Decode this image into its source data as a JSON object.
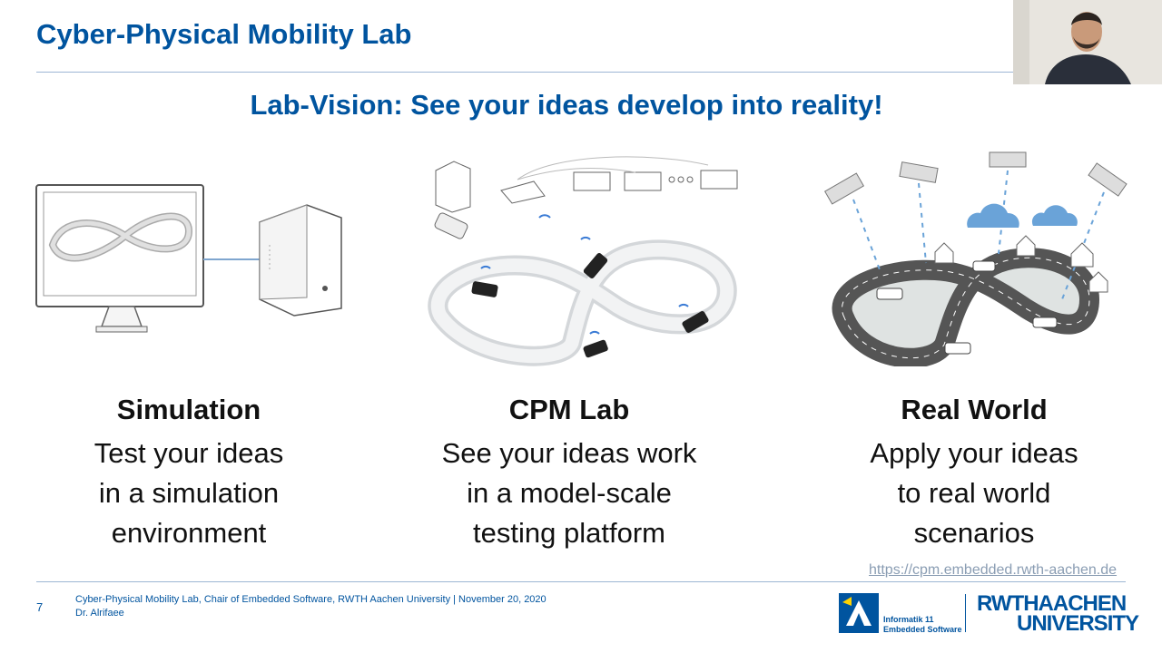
{
  "header": {
    "title": "Cyber-Physical Mobility Lab"
  },
  "slide": {
    "subtitle": "Lab-Vision: See your ideas develop into reality!",
    "columns": [
      {
        "title": "Simulation",
        "lines": [
          "Test your ideas",
          "in a simulation",
          "environment"
        ],
        "icon": "monitor-and-pc-icon"
      },
      {
        "title": "CPM Lab",
        "lines": [
          "See your ideas work",
          "in a model-scale",
          "testing platform"
        ],
        "icon": "model-track-icon"
      },
      {
        "title": "Real World",
        "lines": [
          "Apply your ideas",
          "to real world",
          "scenarios"
        ],
        "icon": "real-road-icon"
      }
    ],
    "url": "https://cpm.embedded.rwth-aachen.de"
  },
  "footer": {
    "page_number": "7",
    "line1": "Cyber-Physical Mobility Lab, Chair of Embedded Software, RWTH Aachen University | November 20, 2020",
    "line2": "Dr. Alrifaee",
    "logo_inf_line1": "Informatik 11",
    "logo_inf_line2": "Embedded Software",
    "rwth_line1": "RWTHAACHEN",
    "rwth_line2": "UNIVERSITY"
  },
  "colors": {
    "brand": "#00549f",
    "rule": "#9db6d4"
  }
}
